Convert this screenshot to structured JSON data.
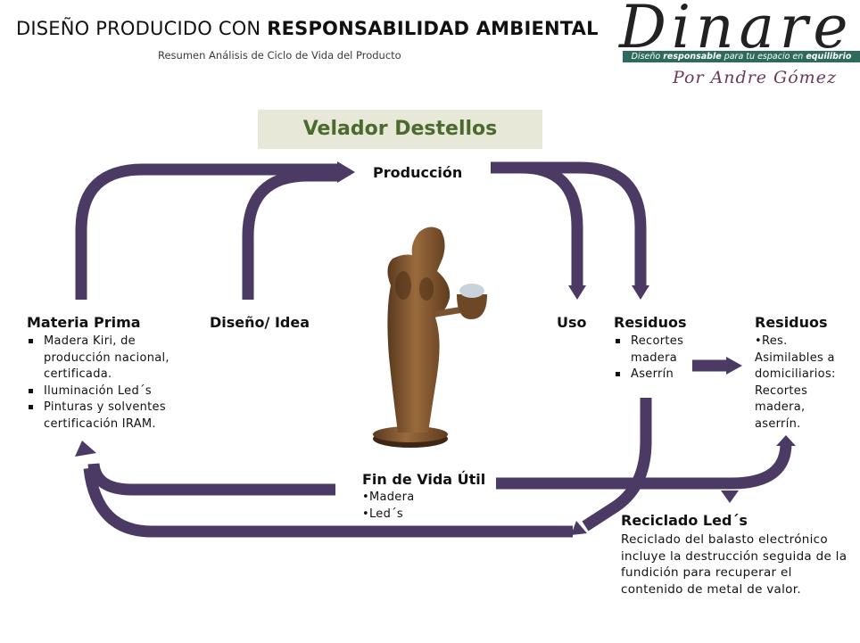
{
  "header": {
    "title_regular": "DISEÑO PRODUCIDO CON ",
    "title_bold": "RESPONSABILIDAD AMBIENTAL",
    "subtitle": "Resumen Análisis de Ciclo de Vida del Producto"
  },
  "logo": {
    "word": "Dinare",
    "tagline_pre": "Diseño ",
    "tagline_bold1": "responsable",
    "tagline_mid": " para tu espacio en ",
    "tagline_bold2": "equilibrio",
    "byline": "Por Andre Gómez"
  },
  "product": {
    "title": "Velador Destellos"
  },
  "nodes": {
    "produccion": {
      "title": "Producción"
    },
    "materia": {
      "title": "Materia Prima",
      "items": [
        "Madera Kiri, de producción nacional, certificada.",
        "Iluminación Led´s",
        "Pinturas y solventes certificación IRAM."
      ]
    },
    "diseno": {
      "title": "Diseño/ Idea"
    },
    "uso": {
      "title": "Uso"
    },
    "residuos1": {
      "title": "Residuos",
      "items": [
        "Recortes madera",
        "Aserrín"
      ]
    },
    "residuos2": {
      "title": "Residuos",
      "text": "•Res. Asimilables a domiciliarios: Recortes madera, aserrín."
    },
    "fin": {
      "title": "Fin de Vida Útil",
      "items": [
        "Madera",
        "Led´s"
      ]
    },
    "reciclado": {
      "title": "Reciclado Led´s",
      "text": "Reciclado del balasto electrónico incluye la destrucción seguida de la fundición para recuperar el contenido de metal de valor."
    }
  },
  "colors": {
    "arrow": "#4b3a63",
    "product_box": "#e8e8d8",
    "product_title": "#4a6a2e",
    "logo_bar": "#2e6b5e"
  }
}
